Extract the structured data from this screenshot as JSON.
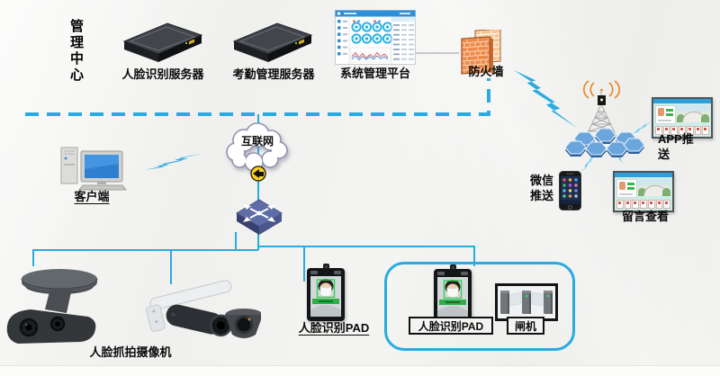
{
  "colors": {
    "line_blue": "#29abe2",
    "firewall_orange": "#ed8a4d",
    "hexagon_blue": "#6aa6dc"
  },
  "management_center": {
    "label": "管理中心"
  },
  "servers": {
    "face_recognition": {
      "label": "人脸识别服务器"
    },
    "attendance": {
      "label": "考勤管理服务器"
    }
  },
  "platform": {
    "label": "系统管理平台"
  },
  "firewall": {
    "label": "防火墙"
  },
  "internet": {
    "label": "互联网"
  },
  "client": {
    "label": "客户端"
  },
  "push": {
    "app": {
      "label": "APP推送"
    },
    "wechat": {
      "label": "微信推送"
    },
    "message": {
      "label": "留言查看"
    }
  },
  "devices": {
    "capture_camera": {
      "label": "人脸抓拍摄像机"
    },
    "pad_standalone": {
      "label": "人脸识别PAD"
    },
    "pad_boxed": {
      "label": "人脸识别PAD"
    },
    "gate": {
      "label": "闸机"
    }
  }
}
